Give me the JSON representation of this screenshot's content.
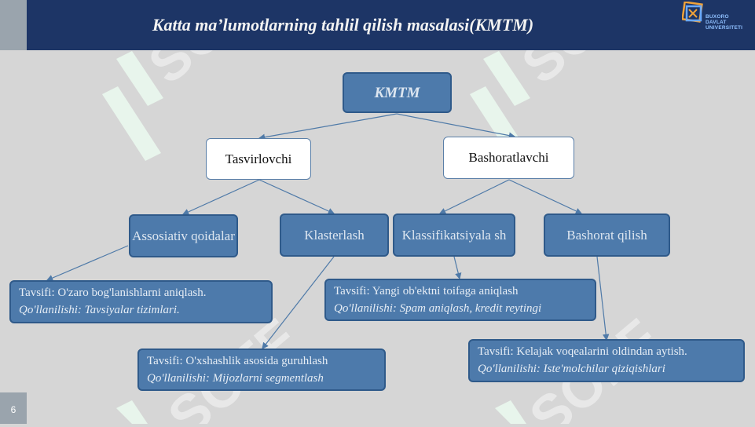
{
  "header": {
    "title": "Katta ma’lumotlarning tahlil qilish masalasi(KMTM)"
  },
  "logo": {
    "lines": [
      "BUXORO",
      "DAVLAT",
      "UNIVERSITETI"
    ]
  },
  "slide": {
    "page_number": "6"
  },
  "watermark": {
    "text": "SOFF"
  },
  "diagram": {
    "root": "KMTM",
    "level1": {
      "left": "Tasvirlovchi",
      "right": "Bashoratlavchi"
    },
    "level2": {
      "assoc": "Assosiativ qoidalar",
      "cluster": "Klasterlash",
      "classif": "Klassifikatsiyala sh",
      "predict": "Bashorat qilish"
    },
    "descriptions": {
      "assoc": {
        "def": "Tavsifi: O'zaro bog'lanishlarni aniqlash.",
        "use": "Qo'llanilishi: Tavsiyalar tizimlari."
      },
      "cluster": {
        "def": "Tavsifi: O'xshashlik asosida guruhlash",
        "use": "Qo'llanilishi: Mijozlarni segmentlash"
      },
      "classif": {
        "def": "Tavsifi: Yangi ob'ektni toifaga aniqlash",
        "use": "Qo'llanilishi: Spam aniqlash, kredit reytingi"
      },
      "predict": {
        "def": "Tavsifi: Kelajak voqealarini oldindan aytish.",
        "use": "Qo'llanilishi: Iste'molchilar qiziqishlari"
      }
    }
  },
  "colors": {
    "header": "#1d3566",
    "node": "#4d7aab",
    "node_border": "#2f5a8a",
    "background": "#d6d6d6",
    "watermark": "#ffffff"
  }
}
